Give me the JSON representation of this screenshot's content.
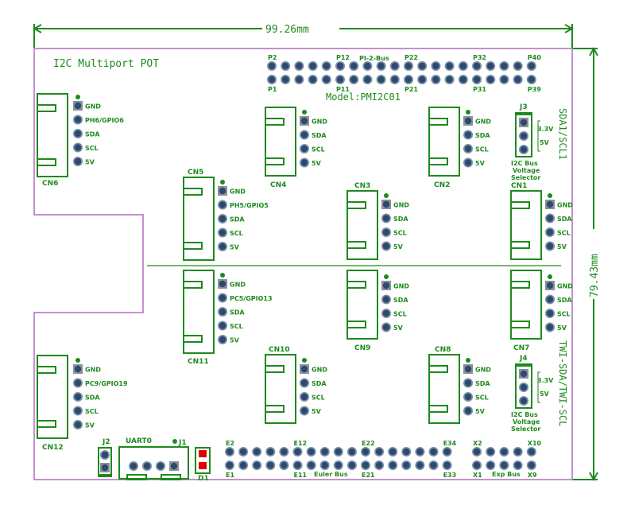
{
  "board": {
    "title": "I2C Multiport POT",
    "model": "Model:PMI2C01",
    "width_dim": "99.26mm",
    "height_dim": "79.43mm",
    "side_label_top": "SDA1/SCL1",
    "side_label_bottom": "TWI-SDA/TWI-SCL"
  },
  "colors": {
    "silkscreen": "#1e8a1e",
    "outline": "#b36cc0",
    "pad": "#2c4a6e",
    "pad_ring": "#7a8ea8",
    "square_pad": "#8a8f99",
    "led": "#e00000"
  },
  "pi_bus": {
    "name": "PI-2-Bus",
    "top_labels": [
      "P2",
      "P12",
      "P22",
      "P32",
      "P40"
    ],
    "bottom_labels": [
      "P1",
      "P11",
      "P21",
      "P31",
      "P39"
    ],
    "pins_per_row": 20
  },
  "euler_bus": {
    "name": "Euler Bus",
    "top_labels": [
      "E2",
      "E12",
      "E22",
      "E34"
    ],
    "bottom_labels": [
      "E1",
      "E11",
      "E21",
      "E33"
    ],
    "pins_per_row": 17
  },
  "exp_bus": {
    "name": "Exp Bus",
    "top_labels": [
      "X2",
      "X10"
    ],
    "bottom_labels": [
      "X1",
      "X9"
    ],
    "pins_per_row": 5
  },
  "connectors": [
    {
      "id": "CN6",
      "pins": [
        "GND",
        "PH6/GPIO6",
        "SDA",
        "SCL",
        "5V"
      ]
    },
    {
      "id": "CN4",
      "pins": [
        "GND",
        "SDA",
        "SCL",
        "5V"
      ]
    },
    {
      "id": "CN2",
      "pins": [
        "GND",
        "SDA",
        "SCL",
        "5V"
      ]
    },
    {
      "id": "CN5",
      "pins": [
        "GND",
        "PH5/GPIO5",
        "SDA",
        "SCL",
        "5V"
      ]
    },
    {
      "id": "CN3",
      "pins": [
        "GND",
        "SDA",
        "SCL",
        "5V"
      ]
    },
    {
      "id": "CN1",
      "pins": [
        "GND",
        "SDA",
        "SCL",
        "5V"
      ]
    },
    {
      "id": "CN11",
      "pins": [
        "GND",
        "PC5/GPIO13",
        "SDA",
        "SCL",
        "5V"
      ]
    },
    {
      "id": "CN9",
      "pins": [
        "GND",
        "SDA",
        "SCL",
        "5V"
      ]
    },
    {
      "id": "CN7",
      "pins": [
        "GND",
        "SDA",
        "SCL",
        "5V"
      ]
    },
    {
      "id": "CN12",
      "pins": [
        "GND",
        "PC9/GPIO19",
        "SDA",
        "SCL",
        "5V"
      ]
    },
    {
      "id": "CN10",
      "pins": [
        "GND",
        "SDA",
        "SCL",
        "5V"
      ]
    },
    {
      "id": "CN8",
      "pins": [
        "GND",
        "SDA",
        "SCL",
        "5V"
      ]
    }
  ],
  "jumpers": [
    {
      "id": "J3",
      "v1": "3.3V",
      "v2": "5V",
      "caption": [
        "I2C Bus",
        "Voltage",
        "Selector"
      ]
    },
    {
      "id": "J4",
      "v1": "3.3V",
      "v2": "5V",
      "caption": [
        "I2C Bus",
        "Voltage",
        "Selector"
      ]
    }
  ],
  "misc": {
    "j2": "J2",
    "j1": "J1",
    "uart": "UART0",
    "led": "D1"
  }
}
